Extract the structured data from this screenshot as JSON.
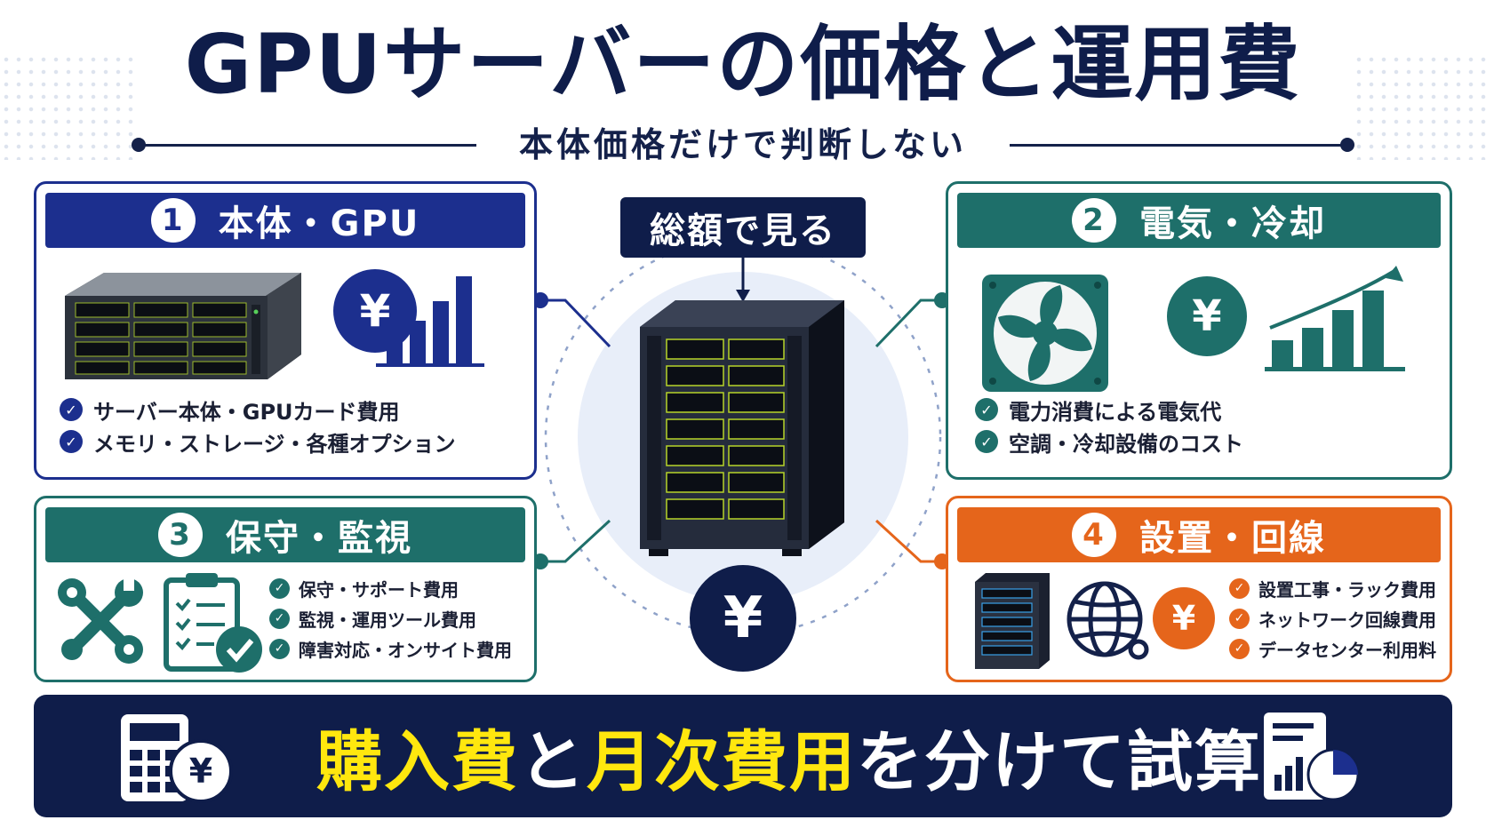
{
  "title": "GPUサーバーの価格と運用費",
  "subtitle": "本体価格だけで判断しない",
  "center": {
    "badge": "総額で見る",
    "yen": "¥"
  },
  "panels": {
    "p1": {
      "number": "1",
      "heading": "本体・GPU",
      "yen": "¥",
      "bullets": [
        "サーバー本体・GPUカード費用",
        "メモリ・ストレージ・各種オプション"
      ]
    },
    "p2": {
      "number": "2",
      "heading": "電気・冷却",
      "yen": "¥",
      "bullets": [
        "電力消費による電気代",
        "空調・冷却設備のコスト"
      ]
    },
    "p3": {
      "number": "3",
      "heading": "保守・監視",
      "bullets": [
        "保守・サポート費用",
        "監視・運用ツール費用",
        "障害対応・オンサイト費用"
      ]
    },
    "p4": {
      "number": "4",
      "heading": "設置・回線",
      "yen": "¥",
      "bullets": [
        "設置工事・ラック費用",
        "ネットワーク回線費用",
        "データセンター利用料"
      ]
    }
  },
  "banner": {
    "part1": "購入費",
    "part2": "と",
    "part3": "月次費用",
    "part4": "を分けて試算",
    "calc_yen": "¥"
  },
  "colors": {
    "navy": "#0f1d4a",
    "blue": "#1c2f8e",
    "teal": "#1e6f6a",
    "orange": "#e5651b",
    "highlight": "#ffe70e"
  },
  "icons": [
    "server-icon",
    "yen-icon",
    "bar-chart-icon",
    "fan-icon",
    "trend-chart-icon",
    "wrench-icon",
    "checklist-icon",
    "rack-icon",
    "globe-icon",
    "calculator-icon",
    "report-icon",
    "check-icon"
  ]
}
